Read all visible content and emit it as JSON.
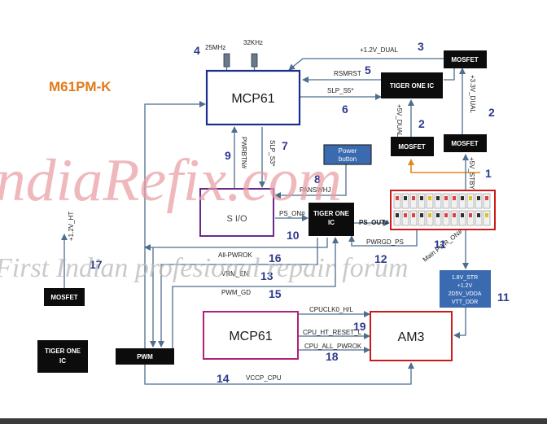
{
  "board_title": "M61PM-K",
  "watermark": {
    "main": "IndiaRefix.com",
    "sub": "First Indian profesional repair forum"
  },
  "colors": {
    "line": "#4e6e8e",
    "number": "#2e3a8c",
    "title": "#e07b1a",
    "mcp_top_border": "#1c2e8c",
    "magenta_border": "#b0207a",
    "red_border": "#cc1a1a",
    "blue_box": "#3a6ab0",
    "watermark_main": "#e89aa0",
    "watermark_sub": "#b8b8b8"
  },
  "blocks": {
    "mcp61_top": "MCP61",
    "mcp61_bottom": "MCP61",
    "am3": "AM3",
    "sio": "S I/O",
    "tiger_one_top": "TIGER ONE IC",
    "tiger_one_mid_line1": "TIGER ONE",
    "tiger_one_mid_line2": "IC",
    "tiger_one_left_line1": "TIGER ONE",
    "tiger_one_left_line2": "IC",
    "mosfet_top_right": "MOSFET",
    "mosfet_right": "MOSFET",
    "mosfet_middle": "MOSFET",
    "mosfet_left": "MOSFET",
    "pwm": "PWM",
    "power_button_line1": "Power",
    "power_button_line2": "button",
    "regulator_lines": [
      "1.8V_STR",
      "+1.2V",
      "2D5V_VDDA",
      "VTT_DDR"
    ]
  },
  "crystals": {
    "left": "25MHz",
    "right": "32KHz"
  },
  "signals": {
    "v12_dual": "+1.2V_DUAL",
    "rsmrst": "RSMRST",
    "slp_s5": "SLP_S5*",
    "v33_dual": "+3.3V_DUAL",
    "v5_dual": "+5V_DUAL",
    "v5_stby": "+5V_STBY",
    "pwrbtn": "PWRBTN#",
    "slp_s3": "SLP_S3*",
    "panswhj": "PANSWHJ",
    "ps_on": "PS_ON#",
    "ps_out": "PS_OUT#",
    "pwrgd_ps": "PWRGD_PS",
    "main_pwr_on": "Main PWR_ON#",
    "all_pwrok": "All-PWROK",
    "vrm_en": "VRM_EN",
    "pwm_gd": "PWM_GD",
    "v12_ht": "+1.2V_HT",
    "cpuclk": "CPUCLK0_H/L",
    "cpu_ht_reset": "CPU_HT_RESET_L",
    "cpu_all_pwrok": "CPU_ALL_PWROK",
    "vccp_cpu": "VCCP_CPU"
  },
  "steps": [
    "1",
    "2",
    "2",
    "3",
    "4",
    "5",
    "6",
    "7",
    "8",
    "9",
    "10",
    "11",
    "11",
    "12",
    "13",
    "14",
    "15",
    "16",
    "17",
    "18",
    "19"
  ]
}
